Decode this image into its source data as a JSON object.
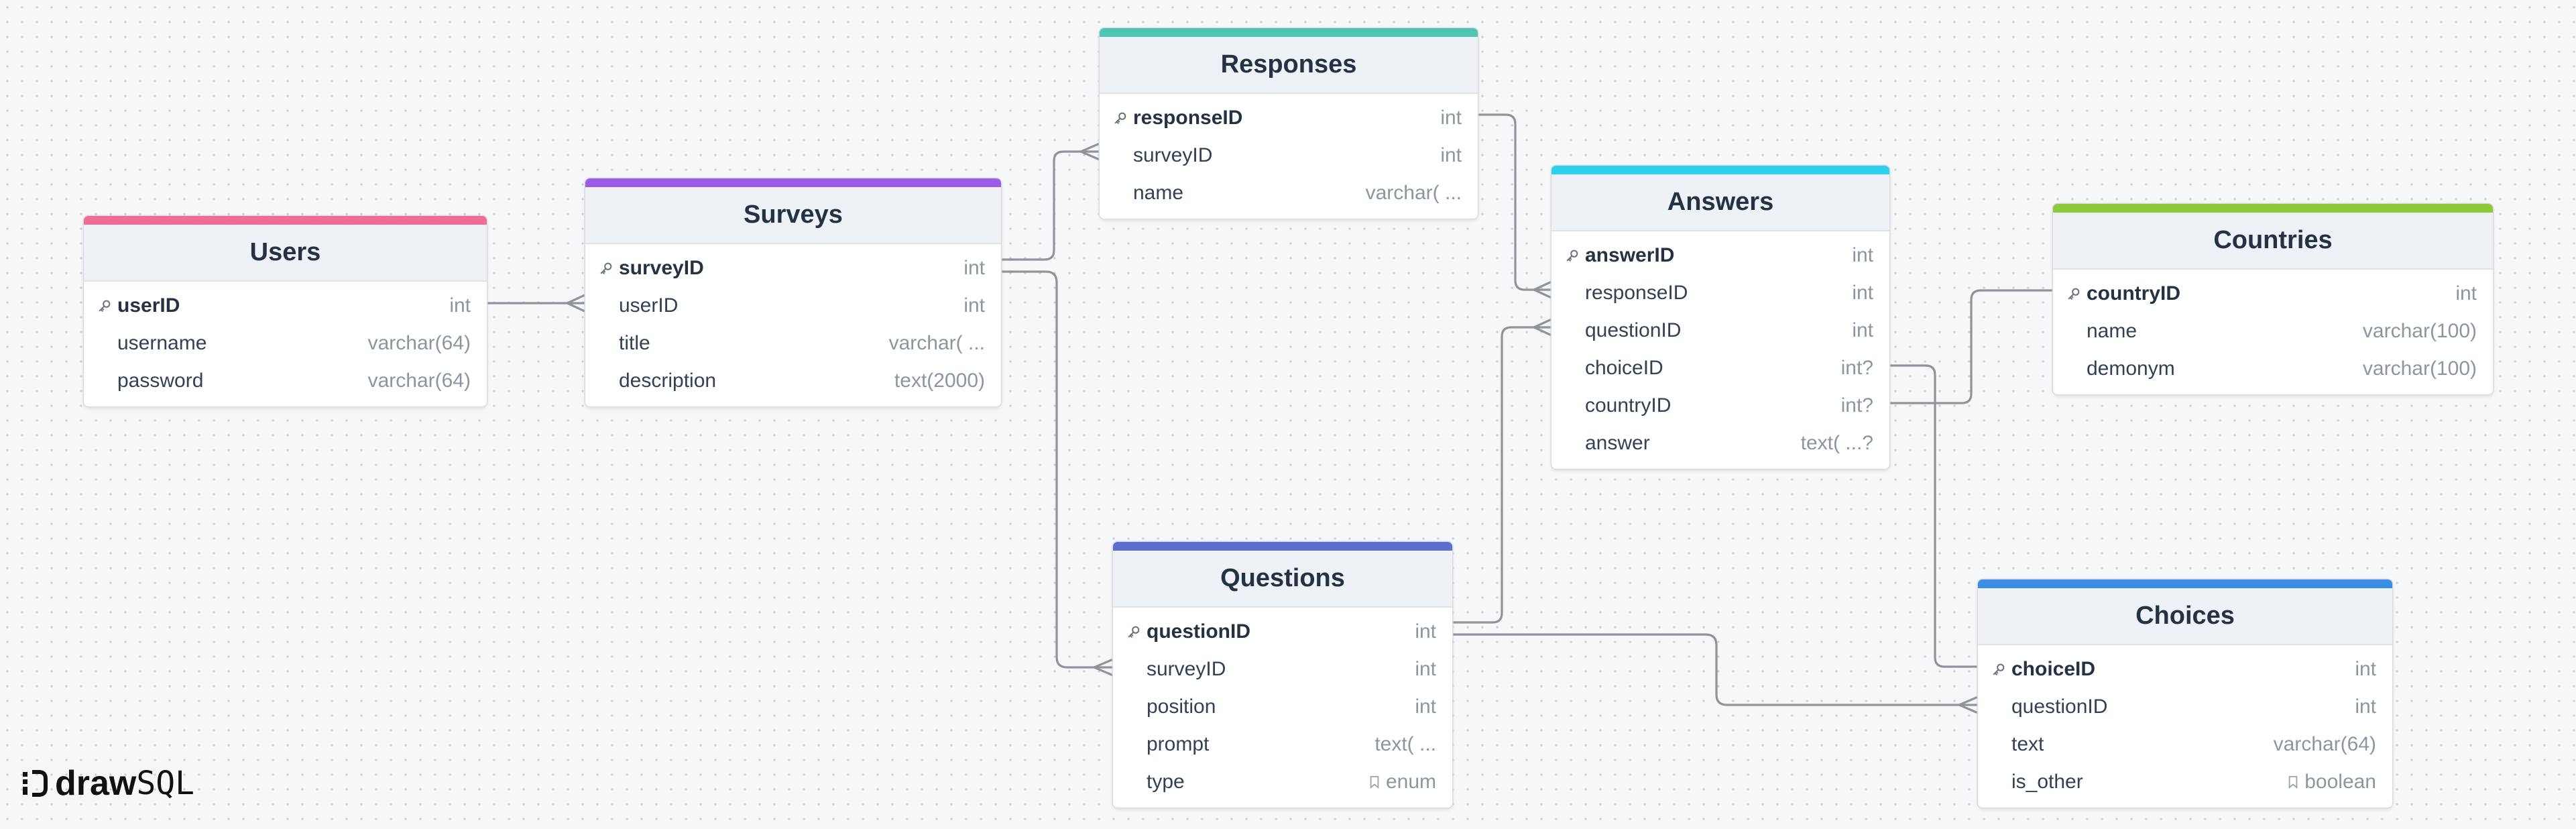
{
  "brand": {
    "part1": "draw",
    "part2": "SQL"
  },
  "tables": [
    {
      "id": "users",
      "name": "Users",
      "color": "#f26b95",
      "icon_key": "key-icon",
      "columns": [
        {
          "name": "userID",
          "type": "int",
          "pk": true
        },
        {
          "name": "username",
          "type": "varchar(64)"
        },
        {
          "name": "password",
          "type": "varchar(64)"
        }
      ]
    },
    {
      "id": "surveys",
      "name": "Surveys",
      "color": "#9b5de5",
      "columns": [
        {
          "name": "surveyID",
          "type": "int",
          "pk": true
        },
        {
          "name": "userID",
          "type": "int"
        },
        {
          "name": "title",
          "type": "varchar( ..."
        },
        {
          "name": "description",
          "type": "text(2000)"
        }
      ]
    },
    {
      "id": "responses",
      "name": "Responses",
      "color": "#4fc4b0",
      "columns": [
        {
          "name": "responseID",
          "type": "int",
          "pk": true
        },
        {
          "name": "surveyID",
          "type": "int"
        },
        {
          "name": "name",
          "type": "varchar( ..."
        }
      ]
    },
    {
      "id": "answers",
      "name": "Answers",
      "color": "#2ed1ec",
      "columns": [
        {
          "name": "answerID",
          "type": "int",
          "pk": true
        },
        {
          "name": "responseID",
          "type": "int"
        },
        {
          "name": "questionID",
          "type": "int"
        },
        {
          "name": "choiceID",
          "type": "int?"
        },
        {
          "name": "countryID",
          "type": "int?"
        },
        {
          "name": "answer",
          "type": "text( ...?"
        }
      ]
    },
    {
      "id": "countries",
      "name": "Countries",
      "color": "#8ec93a",
      "columns": [
        {
          "name": "countryID",
          "type": "int",
          "pk": true
        },
        {
          "name": "name",
          "type": "varchar(100)"
        },
        {
          "name": "demonym",
          "type": "varchar(100)"
        }
      ]
    },
    {
      "id": "questions",
      "name": "Questions",
      "color": "#5a6fcf",
      "columns": [
        {
          "name": "questionID",
          "type": "int",
          "pk": true
        },
        {
          "name": "surveyID",
          "type": "int"
        },
        {
          "name": "position",
          "type": "int"
        },
        {
          "name": "prompt",
          "type": "text( ..."
        },
        {
          "name": "type",
          "type": "enum",
          "enum": true
        }
      ]
    },
    {
      "id": "choices",
      "name": "Choices",
      "color": "#3a8ee6",
      "columns": [
        {
          "name": "choiceID",
          "type": "int",
          "pk": true
        },
        {
          "name": "questionID",
          "type": "int"
        },
        {
          "name": "text",
          "type": "varchar(64)"
        },
        {
          "name": "is_other",
          "type": "boolean",
          "enum": true
        }
      ]
    }
  ],
  "relations": [
    {
      "from": "users.userID",
      "to": "surveys.userID"
    },
    {
      "from": "surveys.surveyID",
      "to": "responses.surveyID"
    },
    {
      "from": "surveys.surveyID",
      "to": "questions.surveyID"
    },
    {
      "from": "responses.responseID",
      "to": "answers.responseID"
    },
    {
      "from": "questions.questionID",
      "to": "answers.questionID"
    },
    {
      "from": "questions.questionID",
      "to": "choices.questionID"
    },
    {
      "from": "choices.choiceID",
      "to": "answers.choiceID"
    },
    {
      "from": "countries.countryID",
      "to": "answers.countryID"
    }
  ]
}
